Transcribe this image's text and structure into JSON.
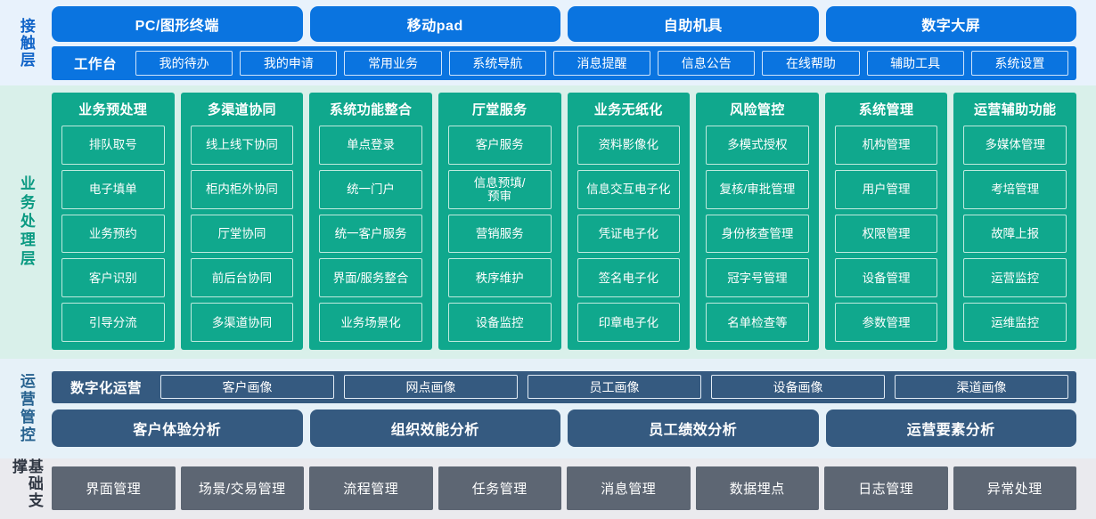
{
  "layers": {
    "contact": {
      "label": "接触层",
      "channels": [
        "PC/图形终端",
        "移动pad",
        "自助机具",
        "数字大屏"
      ],
      "desk_title": "工作台",
      "desk_items": [
        "我的待办",
        "我的申请",
        "常用业务",
        "系统导航",
        "消息提醒",
        "信息公告",
        "在线帮助",
        "辅助工具",
        "系统设置"
      ]
    },
    "business": {
      "label": "业务处理层",
      "columns": [
        {
          "title": "业务预处理",
          "items": [
            "排队取号",
            "电子填单",
            "业务预约",
            "客户识别",
            "引导分流"
          ]
        },
        {
          "title": "多渠道协同",
          "items": [
            "线上线下协同",
            "柜内柜外协同",
            "厅堂协同",
            "前后台协同",
            "多渠道协同"
          ]
        },
        {
          "title": "系统功能整合",
          "items": [
            "单点登录",
            "统一门户",
            "统一客户服务",
            "界面/服务整合",
            "业务场景化"
          ]
        },
        {
          "title": "厅堂服务",
          "items": [
            "客户服务",
            "信息预填/\n预审",
            "营销服务",
            "秩序维护",
            "设备监控"
          ]
        },
        {
          "title": "业务无纸化",
          "items": [
            "资料影像化",
            "信息交互电子化",
            "凭证电子化",
            "签名电子化",
            "印章电子化"
          ]
        },
        {
          "title": "风险管控",
          "items": [
            "多模式授权",
            "复核/审批管理",
            "身份核查管理",
            "冠字号管理",
            "名单检查等"
          ]
        },
        {
          "title": "系统管理",
          "items": [
            "机构管理",
            "用户管理",
            "权限管理",
            "设备管理",
            "参数管理"
          ]
        },
        {
          "title": "运营辅助功能",
          "items": [
            "多媒体管理",
            "考培管理",
            "故障上报",
            "运营监控",
            "运维监控"
          ]
        }
      ]
    },
    "operations": {
      "label": "运营管控",
      "portrait_title": "数字化运营",
      "portraits": [
        "客户画像",
        "网点画像",
        "员工画像",
        "设备画像",
        "渠道画像"
      ],
      "analysis": [
        "客户体验分析",
        "组织效能分析",
        "员工绩效分析",
        "运营要素分析"
      ]
    },
    "foundation": {
      "label": "基础支撑",
      "items": [
        "界面管理",
        "场景/交易管理",
        "流程管理",
        "任务管理",
        "消息管理",
        "数据埋点",
        "日志管理",
        "异常处理"
      ]
    }
  },
  "colors": {
    "contact_accent": "#0a74e0",
    "contact_bg": "#e8f2fc",
    "business_accent": "#10a88d",
    "business_bg": "#d9f0ea",
    "operations_accent": "#355a80",
    "operations_bg": "#e6f1f8",
    "foundation_accent": "#5d6673",
    "foundation_bg": "#eaeaee"
  }
}
